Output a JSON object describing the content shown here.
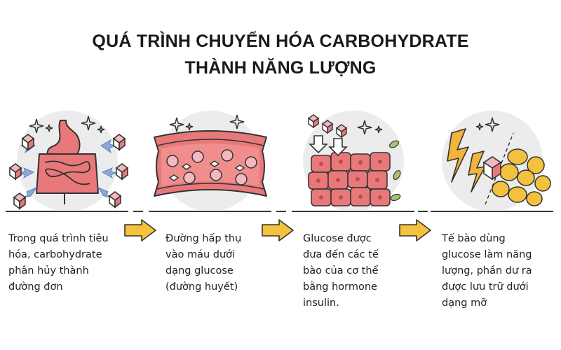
{
  "title": {
    "line1": "QUÁ TRÌNH CHUYỂN HÓA CARBOHYDRATE",
    "line2": "THÀNH NĂNG LƯỢNG"
  },
  "steps": [
    {
      "icon": "stomach-intestine-icon",
      "text": "Trong quá trình tiêu\nhóa, carbohydrate\nphân hủy thành\nđường đơn"
    },
    {
      "icon": "blood-vessel-icon",
      "text": "Đường hấp thụ\nvào máu dưới\ndạng glucose\n(đường huyết)"
    },
    {
      "icon": "cells-icon",
      "text": "Glucose được\nđưa đến các tế\nbào của cơ thể\nbằng hormone\ninsulin."
    },
    {
      "icon": "energy-fat-icon",
      "text": "Tế bào dùng\nglucose làm năng\nlượng, phần dư ra\nđược lưu trữ dưới\ndạng mỡ"
    }
  ],
  "colors": {
    "arrow": "#f5c33b",
    "tissue": "#e8787a",
    "cube": "#f4b8c0",
    "fat": "#f2c13e",
    "lightning": "#f2b43a",
    "circle": "#ececec"
  }
}
